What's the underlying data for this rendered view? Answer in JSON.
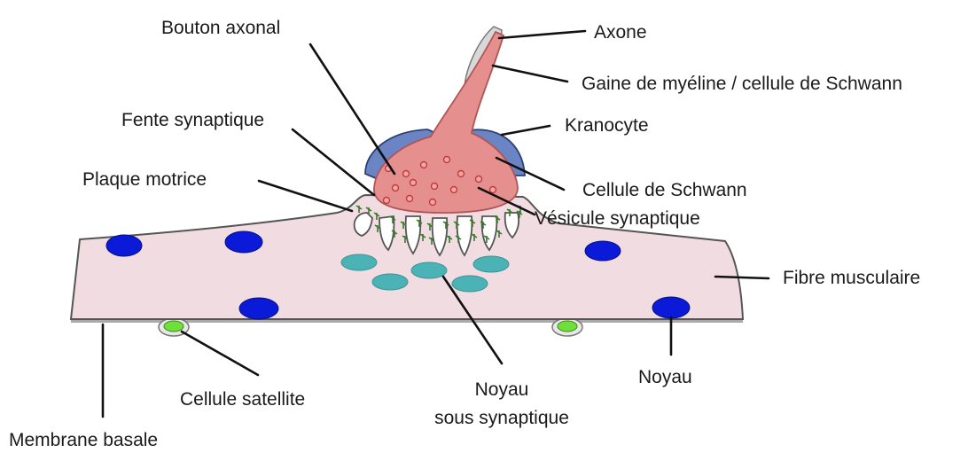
{
  "labels": {
    "bouton_axonal": "Bouton axonal",
    "axone": "Axone",
    "gaine_myeline": "Gaine de myéline / cellule de Schwann",
    "fente_synaptique": "Fente synaptique",
    "kranocyte": "Kranocyte",
    "plaque_motrice": "Plaque motrice",
    "cellule_schwann": "Cellule de Schwann",
    "vesicule_synaptique": "Vésicule synaptique",
    "fibre_musculaire": "Fibre musculaire",
    "noyau": "Noyau",
    "cellule_satellite": "Cellule satellite",
    "noyau_sous_synaptique_1": "Noyau",
    "noyau_sous_synaptique_2": "sous synaptique",
    "membrane_basale": "Membrane basale"
  },
  "colors": {
    "muscle_fill": "#f1dde1",
    "muscle_stroke": "#555555",
    "axon_fill": "#e58f8f",
    "axon_stroke": "#b05555",
    "vesicle": "#c23b3b",
    "myelin_fill": "#d8d8d8",
    "kranocyte_fill": "#6a84c4",
    "kranocyte_stroke": "#2e3f72",
    "muscle_nucleus": "#0a1ad8",
    "subsynaptic_nucleus": "#4bb3b6",
    "satellite_cell": "#6fe03a",
    "receptor": "#3a7a2a",
    "membrane": "#aaaaaa"
  }
}
